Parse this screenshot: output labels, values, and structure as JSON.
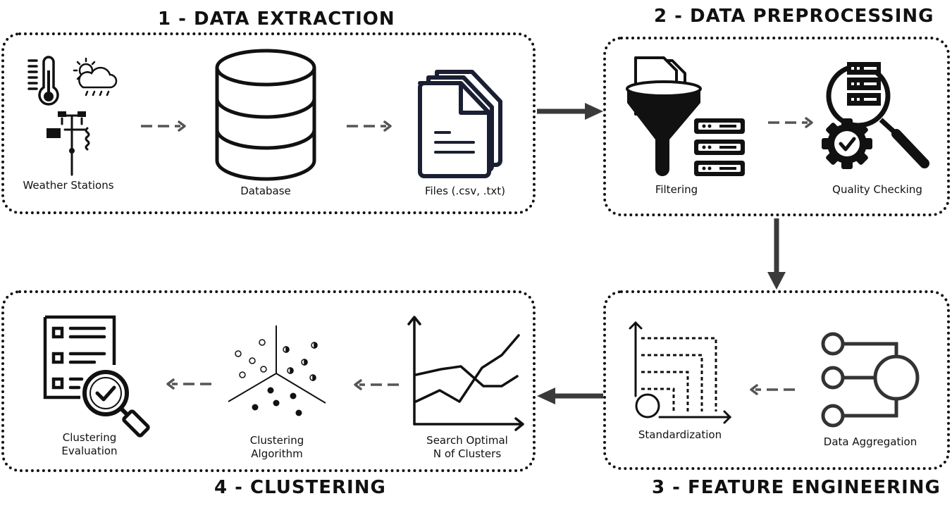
{
  "stages": [
    {
      "title": "1 - DATA EXTRACTION",
      "steps": [
        "Weather Stations",
        "Database",
        "Files (.csv, .txt)"
      ]
    },
    {
      "title": "2 - DATA PREPROCESSING",
      "steps": [
        "Filtering",
        "Quality Checking"
      ]
    },
    {
      "title": "3 - FEATURE ENGINEERING",
      "steps": [
        "Data Aggregation",
        "Standardization"
      ]
    },
    {
      "title": "4 - CLUSTERING",
      "steps": [
        "Search Optimal\nN of Clusters",
        "Clustering\nAlgorithm",
        "Clustering\nEvaluation"
      ]
    }
  ],
  "colors": {
    "ink": "#111111",
    "flow_arrow": "#3a3a3a",
    "dashed_arrow": "#555555"
  },
  "icons": [
    "thermometer-icon",
    "weather-cloud-icon",
    "weather-station-icon",
    "database-icon",
    "files-icon",
    "funnel-icon",
    "server-icon",
    "quality-gear-icon",
    "magnifier-icon",
    "aggregation-icon",
    "standardization-icon",
    "line-chart-icon",
    "scatter-clusters-icon",
    "evaluation-checklist-icon"
  ]
}
